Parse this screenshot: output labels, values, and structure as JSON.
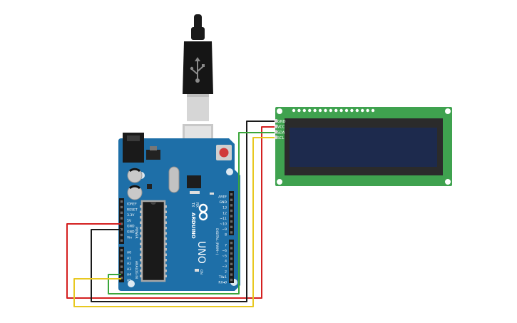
{
  "usb": {
    "icon": "usb-icon"
  },
  "board": {
    "brand": "ARDUINO",
    "model": "UNO",
    "logo": "infinity-logo",
    "led_labels": [
      "TX",
      "RX"
    ],
    "on_label": "ON",
    "power_group_label": "POWER",
    "analog_group_label": "ANALOG IN",
    "digital_group_label": "DIGITAL (PWM~)",
    "power_pins": [
      "IOREF",
      "RESET",
      "3.3V",
      "5V",
      "GND",
      "GND",
      "Vin"
    ],
    "analog_pins": [
      "A0",
      "A1",
      "A2",
      "A3",
      "A4",
      "A5"
    ],
    "top_right_pins": [
      "AREF",
      "GND",
      "13",
      "12",
      "~11",
      "~10",
      "~9",
      "8"
    ],
    "digital_pins": [
      "7",
      "~6",
      "~5",
      "4",
      "~3",
      "2",
      "TX▸1",
      "RX◂0"
    ]
  },
  "lcd": {
    "pins": [
      "GND",
      "VCC",
      "SDA",
      "SCL"
    ]
  },
  "colors": {
    "board": "#1e6fa8",
    "board_dark": "#185d8f",
    "lcd_pcb": "#3fa24f",
    "lcd_bezel": "#2b2b2b",
    "lcd_screen": "#1d2a4d",
    "wire_red": "#d42020",
    "wire_black": "#1a1a1a",
    "wire_green": "#3aa63a",
    "wire_yellow": "#e8c820"
  },
  "wires": [
    {
      "name": "wire-5v-to-vcc",
      "color": "red"
    },
    {
      "name": "wire-gnd-to-gnd",
      "color": "black"
    },
    {
      "name": "wire-a4-to-sda",
      "color": "green"
    },
    {
      "name": "wire-a5-to-scl",
      "color": "yellow"
    }
  ]
}
